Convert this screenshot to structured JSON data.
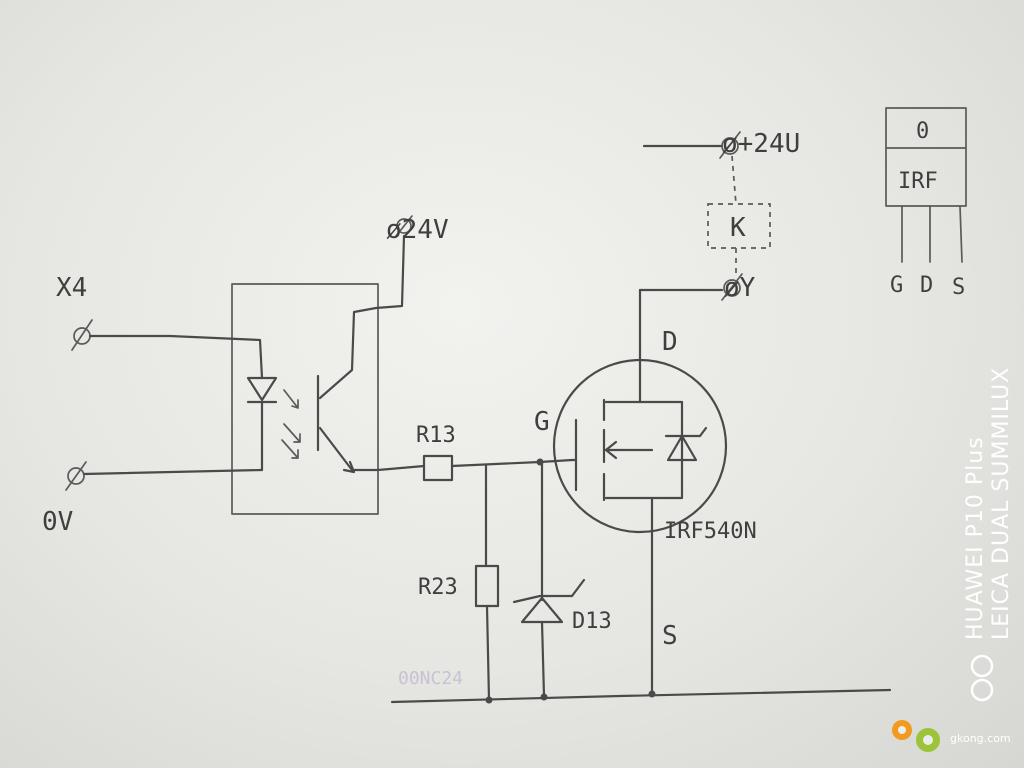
{
  "labels": {
    "x4": "X4",
    "ov": "0V",
    "v24_opto": "ø24V",
    "v24_top": "ø+24U",
    "k": "K",
    "y": "øY",
    "r13": "R13",
    "r23": "R23",
    "g": "G",
    "d": "D",
    "s": "S",
    "d13": "D13",
    "mosfet_part": "IRF540N",
    "faint_text": "00NC24"
  },
  "package": {
    "name": "IRF",
    "tab_mark": "0",
    "pins": [
      "G",
      "D",
      "S"
    ]
  },
  "watermark": {
    "line1": "HUAWEI P10 Plus",
    "line2": "LEICA DUAL SUMMILUX",
    "site": "gkong.com"
  },
  "colors": {
    "ink": "#4a4a4a",
    "paper": "#ecece8",
    "watermark": "#ffffff",
    "logo_orange": "#f29a1f",
    "logo_green": "#9cc43a"
  }
}
